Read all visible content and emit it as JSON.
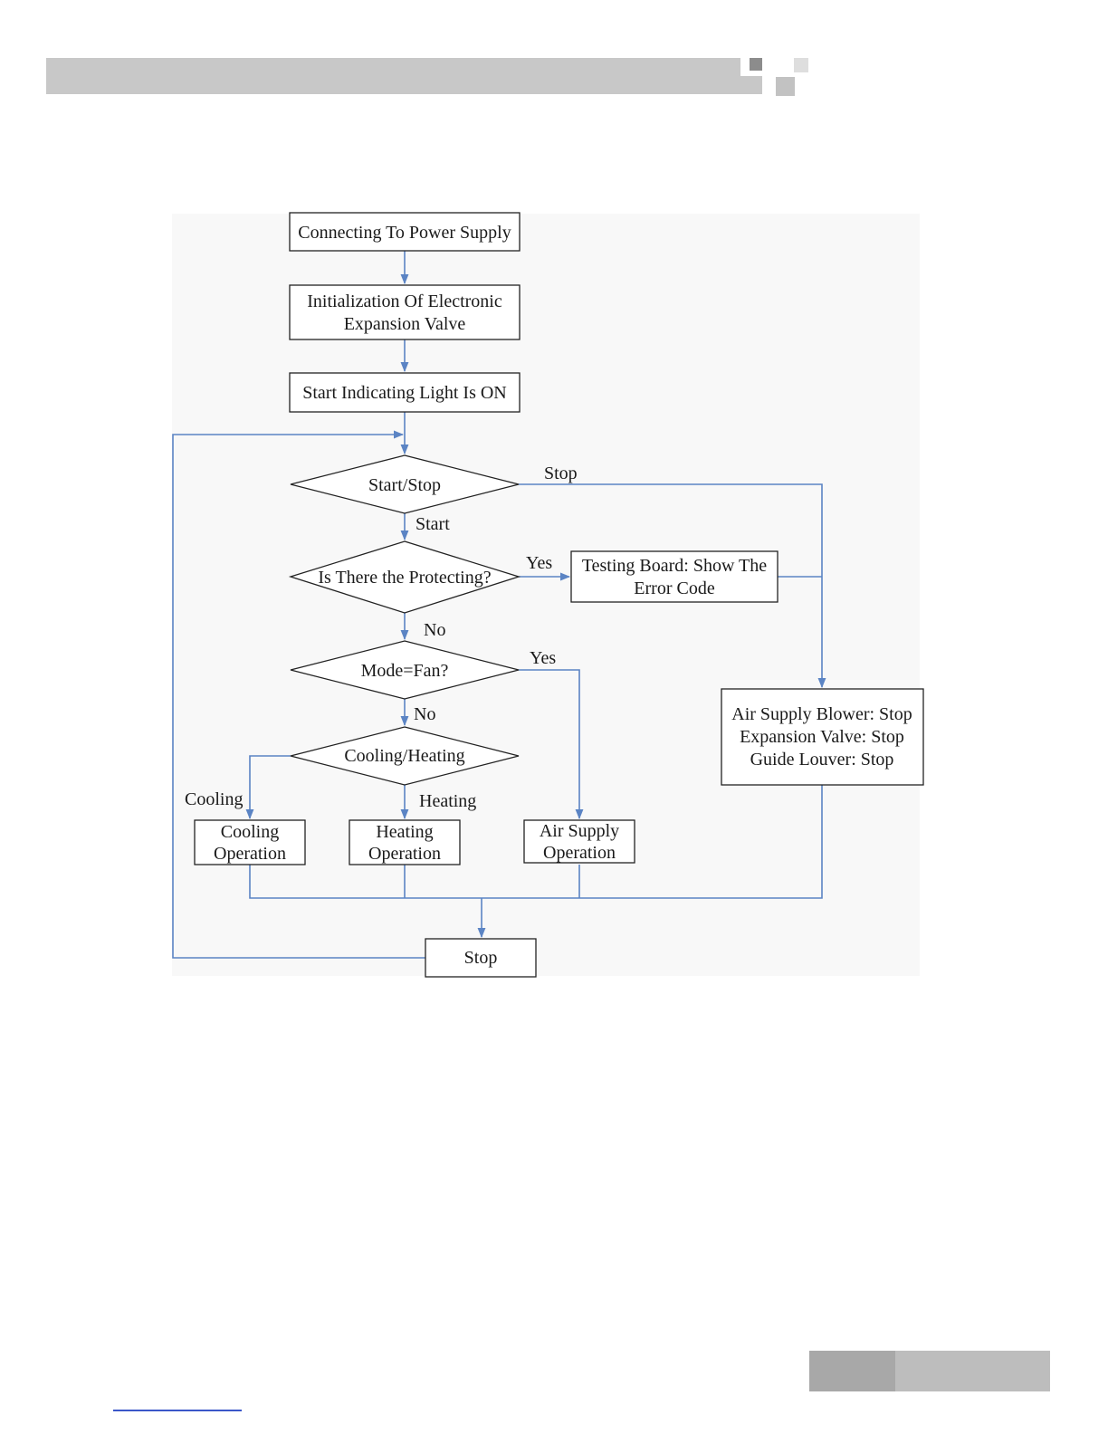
{
  "colors": {
    "connector": "#5b84c4",
    "header_bar": "#c8c8c8",
    "footer_dark": "#a8a8a8",
    "footer_light": "#bdbdbd"
  },
  "diagram": {
    "nodes": {
      "power": {
        "lines": [
          "Connecting To Power Supply"
        ]
      },
      "init": {
        "lines": [
          "Initialization Of Electronic",
          "Expansion Valve"
        ]
      },
      "light": {
        "lines": [
          "Start Indicating Light Is ON"
        ]
      },
      "startstop": {
        "lines": [
          "Start/Stop"
        ]
      },
      "protect": {
        "lines": [
          "Is There the Protecting?"
        ]
      },
      "error": {
        "lines": [
          "Testing Board: Show The",
          "Error Code"
        ]
      },
      "fan": {
        "lines": [
          "Mode=Fan?"
        ]
      },
      "stopall": {
        "lines": [
          "Air Supply Blower: Stop",
          "Expansion Valve: Stop",
          "Guide Louver: Stop"
        ]
      },
      "coolheat": {
        "lines": [
          "Cooling/Heating"
        ]
      },
      "coolop": {
        "lines": [
          "Cooling",
          "Operation"
        ]
      },
      "heatop": {
        "lines": [
          "Heating",
          "Operation"
        ]
      },
      "airop": {
        "lines": [
          "Air Supply",
          "Operation"
        ]
      },
      "stop": {
        "lines": [
          "Stop"
        ]
      }
    },
    "edge_labels": {
      "stop": "Stop",
      "start": "Start",
      "protect_yes": "Yes",
      "protect_no": "No",
      "fan_yes": "Yes",
      "fan_no": "No",
      "cooling": "Cooling",
      "heating": "Heating"
    }
  }
}
